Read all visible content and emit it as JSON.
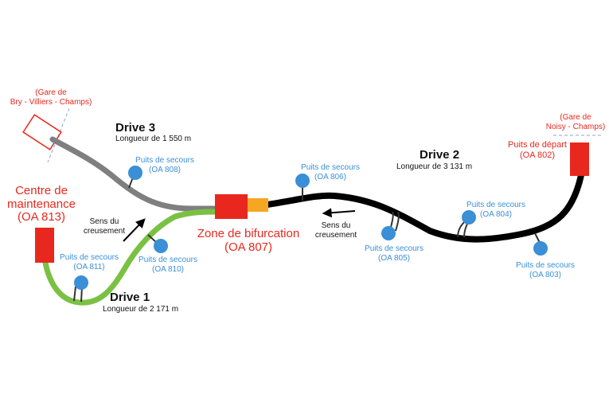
{
  "colors": {
    "drive1": "#7ac143",
    "drive2": "#000000",
    "drive3": "#7f7f7f",
    "station": "#e8281e",
    "junction": "#f5a623",
    "shaft": "#3a8fd6",
    "label_red": "#e8281e",
    "label_blue": "#3a8fd6"
  },
  "stations": {
    "bry_line1": "(Gare de",
    "bry_line2": "Bry - Villiers - Champs)",
    "noisy_line1": "(Gare de",
    "noisy_line2": "Noisy - Champs)"
  },
  "start_shaft": {
    "line1": "Puits de départ",
    "line2": "(OA 802)"
  },
  "maintenance": {
    "line1": "Centre de",
    "line2": "maintenance",
    "line3": "(OA 813)"
  },
  "bifurcation": {
    "line1": "Zone de bifurcation",
    "line2": "(OA 807)"
  },
  "drives": {
    "d1": {
      "name": "Drive 1",
      "length": "Longueur de 2 171 m"
    },
    "d2": {
      "name": "Drive 2",
      "length": "Longueur de 3 131 m"
    },
    "d3": {
      "name": "Drive 3",
      "length": "Longueur de 1 550 m"
    }
  },
  "directions": {
    "left": {
      "line1": "Sens du",
      "line2": "creusement"
    },
    "right": {
      "line1": "Sens du",
      "line2": "creusement"
    }
  },
  "shafts": {
    "oa808": {
      "line1": "Puits de secours",
      "line2": "(OA 808)"
    },
    "oa806": {
      "line1": "Puits de secours",
      "line2": "(OA 806)"
    },
    "oa804": {
      "line1": "Puits de secours",
      "line2": "(OA 804)"
    },
    "oa805": {
      "line1": "Puits de secours",
      "line2": "(OA 805)"
    },
    "oa803": {
      "line1": "Puits de secours",
      "line2": "(OA 803)"
    },
    "oa810": {
      "line1": "Puits de secours",
      "line2": "(OA 810)"
    },
    "oa811": {
      "line1": "Puits de secours",
      "line2": "(OA 811)"
    }
  }
}
